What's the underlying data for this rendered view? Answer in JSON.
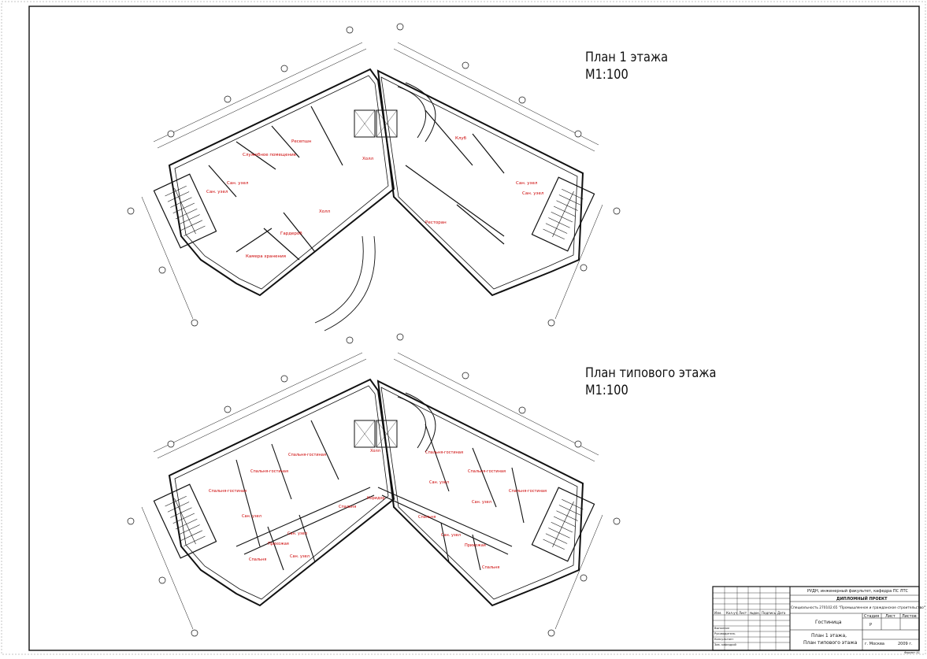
{
  "plan1": {
    "title_line1": "План 1 этажа",
    "title_line2": "М1:100",
    "rooms": {
      "reception": "Ресепшн",
      "service": "Служебное помещение",
      "wc1": "Сан. узел",
      "wc2": "Сан. узел",
      "hall1": "Холл",
      "hall2": "Холл",
      "wardrobe": "Гардероб",
      "storage": "Камера хранения",
      "club": "Клуб",
      "restaurant": "Ресторан",
      "wc3": "Сан. узел",
      "wc4": "Сан. узел"
    }
  },
  "plan2": {
    "title_line1": "План типового этажа",
    "title_line2": "М1:100",
    "rooms": {
      "hall": "Холл",
      "living_l1": "Спальня-гостиная",
      "living_l2": "Спальня-гостиная",
      "living_l3": "Спальня-гостиная",
      "living_r1": "Спальня-гостиная",
      "living_r2": "Спальня-гостиная",
      "living_r3": "Спальня-гостиная",
      "corridor": "Коридор",
      "bedroom_l1": "Спальня",
      "bedroom_l2": "Спальня",
      "bedroom_r1": "Спальня",
      "bedroom_r2": "Спальня",
      "hallway_l": "Прихожая",
      "hallway_r": "Прихожая",
      "wc_l1": "Сан. узел",
      "wc_l2": "Сан. узел",
      "wc_r1": "Сан. узел",
      "wc_r2": "Сан. узел",
      "wc_r3": "Сан. узел",
      "wc_l3": "Сан. узел"
    }
  },
  "title_block": {
    "org": "РУДН, инженерный факультет, кафедра ПС ЛТС",
    "project": "ДИПЛОМНЫЙ ПРОЕКТ",
    "speciality": "Специальность 270102.65 \"Промышленное и гражданское строительство\"",
    "object": "Гостиница",
    "sheet_name_1": "План 1 этажа,",
    "sheet_name_2": "План типового этажа",
    "city": "г. Москва",
    "year": "2009 г.",
    "col_stage": "Стадия",
    "col_sheet": "Лист",
    "col_sheets": "Листов",
    "stage_value": "Р",
    "cols": [
      "Изм.",
      "Кол.уч",
      "Лист",
      "№док.",
      "Подпись",
      "Дата"
    ],
    "roles": [
      "Выполнил",
      "Руководитель",
      "Консультант",
      "Зав. кафедрой"
    ],
    "format": "Формат А1"
  }
}
